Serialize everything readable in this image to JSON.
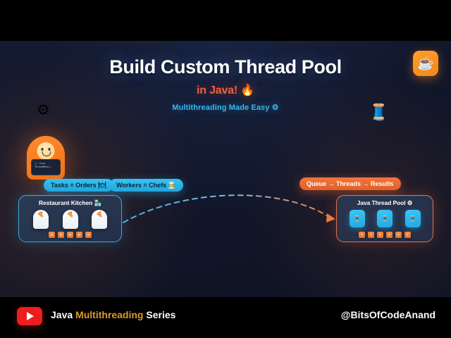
{
  "header": {
    "title": "Build Custom Thread Pool",
    "subtitle": "in Java! 🔥",
    "tagline": "Multithreading Made Easy ⚙",
    "java_badge_icon": "☕"
  },
  "decor": {
    "gear_icon": "⚙",
    "spool_icon": "🧵"
  },
  "mascot": {
    "code_line_1": "// Java",
    "code_line_2": "ThreadPool…"
  },
  "pills": [
    {
      "label": "Tasks = Orders 🍽",
      "style": "cyan"
    },
    {
      "label": "Workers = Chefs 👨‍🍳",
      "style": "cyan"
    },
    {
      "label": "Queue → Threads → Results",
      "style": "orange"
    }
  ],
  "kitchen_panel": {
    "title": "Restaurant Kitchen 🏪",
    "cards": [
      {
        "icon": "🍕"
      },
      {
        "icon": "🍕"
      },
      {
        "icon": "🍕"
      }
    ],
    "chips": [
      {
        "label": "O"
      },
      {
        "label": "O"
      },
      {
        "label": "O"
      },
      {
        "label": "O"
      },
      {
        "label": "O"
      }
    ]
  },
  "pool_panel": {
    "title": "Java Thread Pool ⚙",
    "cards": [
      {
        "icon": "🧵"
      },
      {
        "icon": "🧵"
      },
      {
        "icon": "🧵"
      }
    ],
    "chips": [
      {
        "label": "T"
      },
      {
        "label": "T"
      },
      {
        "label": "T"
      },
      {
        "label": "T"
      },
      {
        "label": "T"
      },
      {
        "label": "T"
      }
    ]
  },
  "footer": {
    "series_prefix": "Java ",
    "series_highlight": "Multithreading",
    "series_suffix": " Series",
    "handle": "@BitsOfCodeAnand",
    "play_icon": "play-triangle"
  },
  "colors": {
    "accent_orange": "#f2613f",
    "accent_cyan": "#35b8ef",
    "gold": "#d99b2a",
    "youtube_red": "#ee1d1d",
    "background": "#111629"
  }
}
